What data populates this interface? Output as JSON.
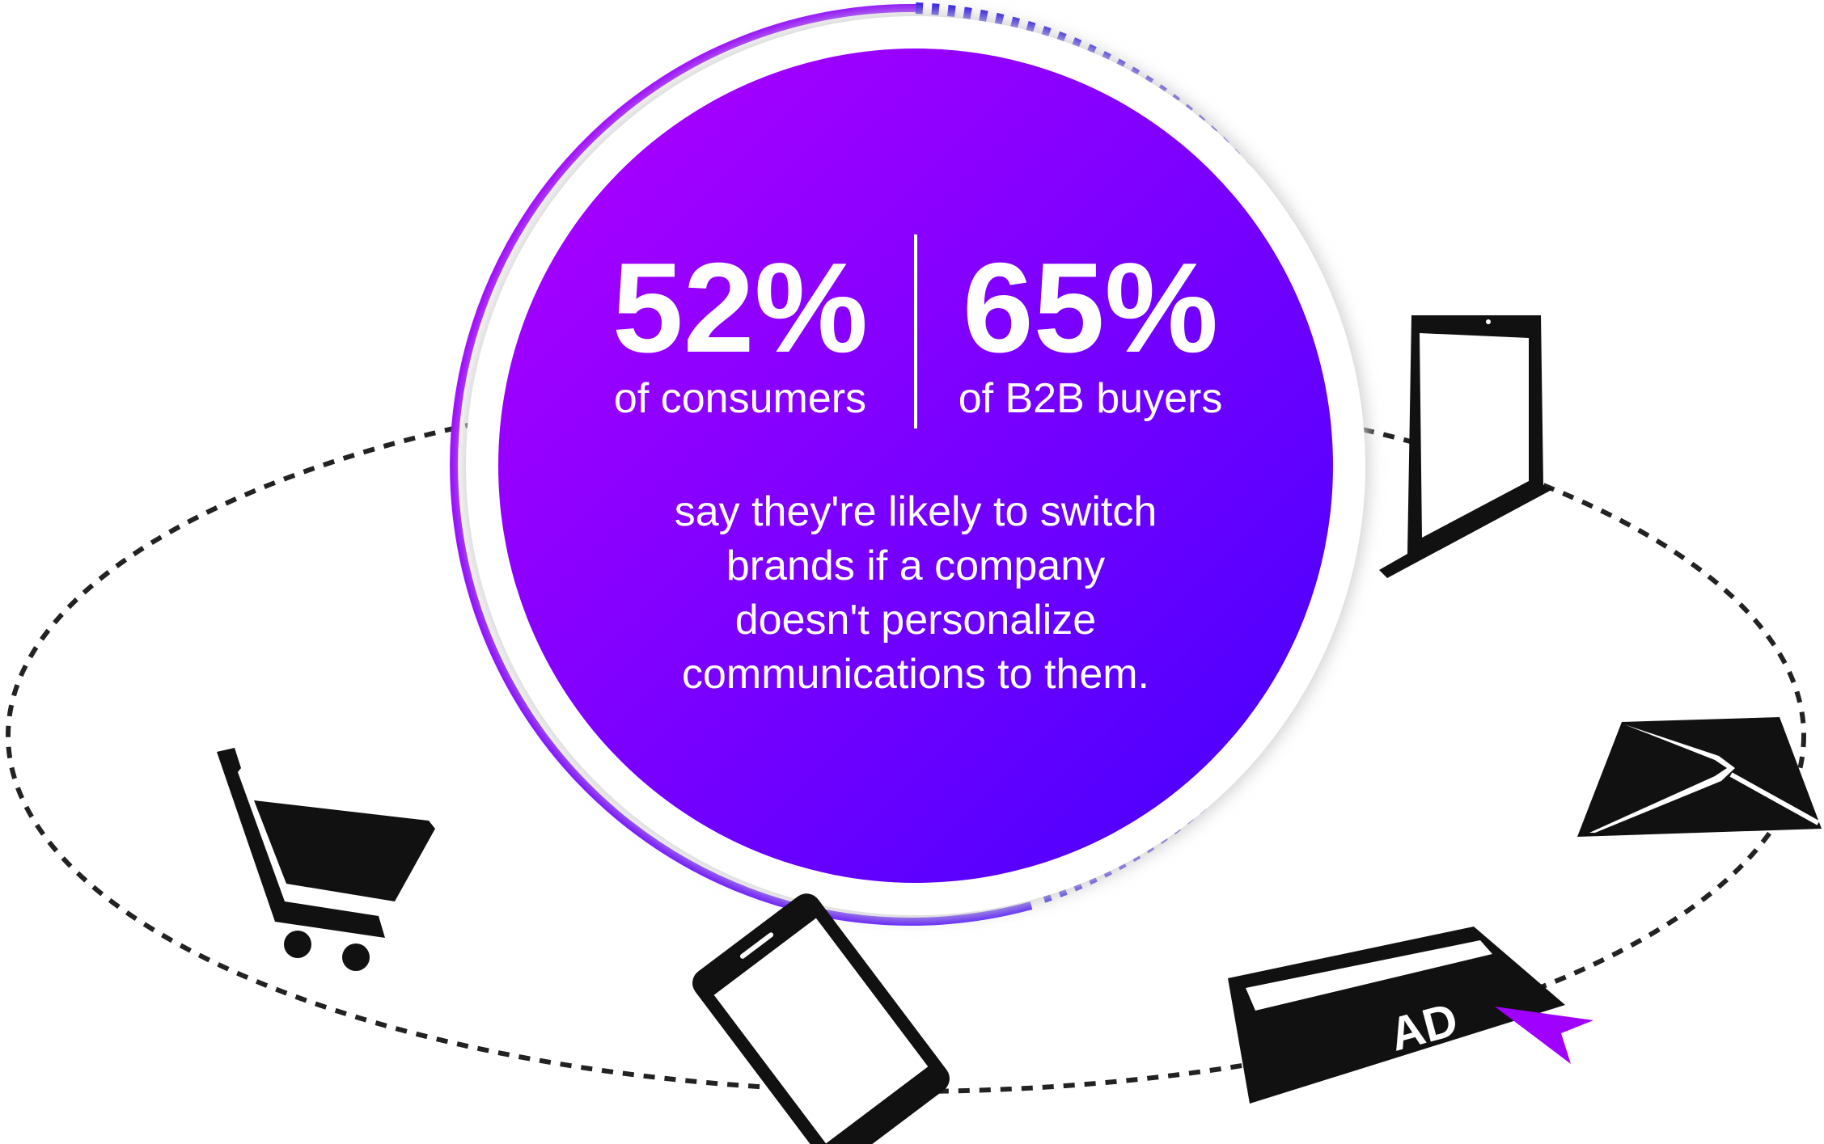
{
  "stats": {
    "left": {
      "value": "52%",
      "label": "of consumers"
    },
    "right": {
      "value": "65%",
      "label": "of B2B buyers"
    }
  },
  "statement": {
    "lines": [
      "say they're likely to switch",
      "brands if a company",
      "doesn't personalize",
      "communications to them."
    ]
  },
  "ad_badge": {
    "text": "AD"
  },
  "colors": {
    "gradient_start": "#b300ff",
    "gradient_end": "#4200ff",
    "dotted_ring": "#2a12e8",
    "ad_cursor": "#a000ff",
    "icon": "#111111",
    "dash_path": "#222222"
  },
  "icons": [
    "shopping-cart-icon",
    "smartphone-icon",
    "ad-banner-icon",
    "envelope-icon",
    "laptop-icon"
  ]
}
